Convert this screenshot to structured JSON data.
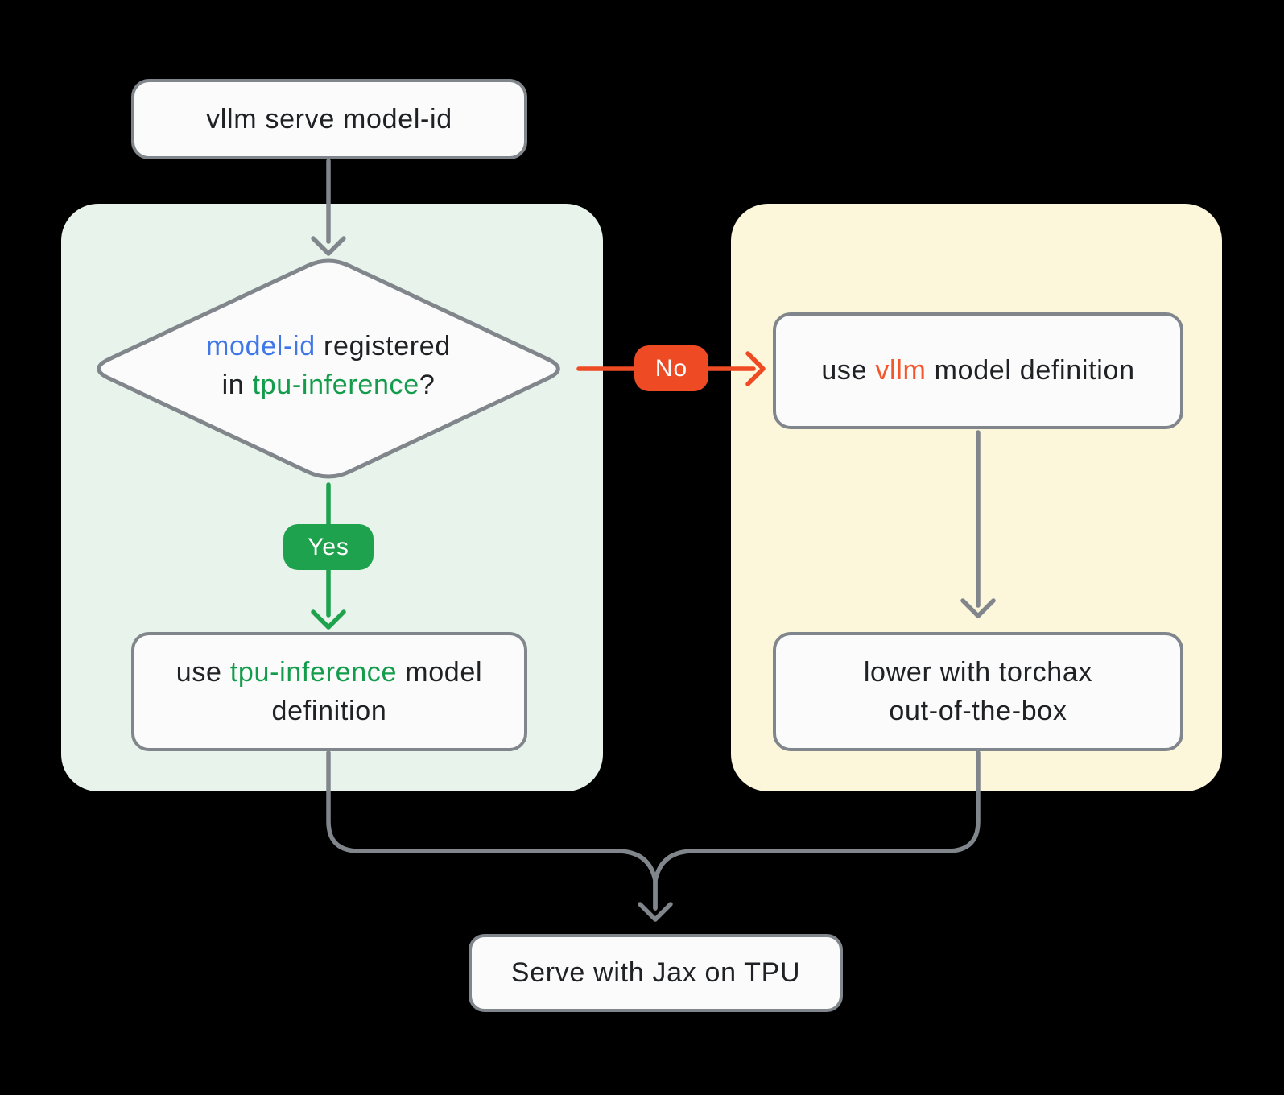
{
  "colors": {
    "background": "#000000",
    "panel_yes": "#E8F4EB",
    "panel_no": "#FCF6DB",
    "node_fill": "#FAFBFA",
    "node_border": "#80868B",
    "arrow_gray": "#80868B",
    "green_badge": "#1FA24E",
    "green_text": "#149C4D",
    "orange_badge": "#EE4A23",
    "orange_text": "#F4552B",
    "blue_text": "#4077E8",
    "ink": "#202124",
    "badge_text": "#FFFFFF"
  },
  "nodes": {
    "start": {
      "text": "vllm serve model-id"
    },
    "decision": {
      "line1": [
        {
          "text": "model-id",
          "tone": "blue"
        },
        {
          "text": " registered",
          "tone": "ink"
        }
      ],
      "line2": [
        {
          "text": "in ",
          "tone": "ink"
        },
        {
          "text": "tpu-inference",
          "tone": "green"
        },
        {
          "text": "?",
          "tone": "ink"
        }
      ]
    },
    "yes_result": {
      "line1": [
        {
          "text": "use ",
          "tone": "ink"
        },
        {
          "text": "tpu-inference",
          "tone": "green"
        },
        {
          "text": " model",
          "tone": "ink"
        }
      ],
      "line2": [
        {
          "text": "definition",
          "tone": "ink"
        }
      ]
    },
    "no_result": {
      "line1": [
        {
          "text": "use ",
          "tone": "ink"
        },
        {
          "text": "vllm",
          "tone": "orange"
        },
        {
          "text": " model definition",
          "tone": "ink"
        }
      ]
    },
    "torchax": {
      "line1": "lower with torchax",
      "line2": "out-of-the-box"
    },
    "final": {
      "text": "Serve with Jax on TPU"
    }
  },
  "edges": {
    "yes_label": "Yes",
    "no_label": "No"
  }
}
